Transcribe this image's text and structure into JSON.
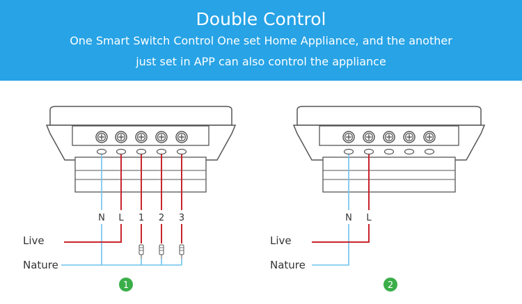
{
  "banner": {
    "title": "Double Control",
    "subtitle_line1": "One Smart Switch Control One set Home Appliance, and the another",
    "subtitle_line2": "just set in APP can also control the appliance",
    "background": "#27a3e6"
  },
  "colors": {
    "live_wire": "#c8242b",
    "nature_wire": "#6dc2ec",
    "badge": "#3aae49",
    "outline": "#555555"
  },
  "diagram1": {
    "badge": "1",
    "terminals": [
      "N",
      "L",
      "1",
      "2",
      "3"
    ],
    "live_label": "Live",
    "nature_label": "Nature"
  },
  "diagram2": {
    "badge": "2",
    "terminals": [
      "N",
      "L"
    ],
    "live_label": "Live",
    "nature_label": "Nature"
  }
}
